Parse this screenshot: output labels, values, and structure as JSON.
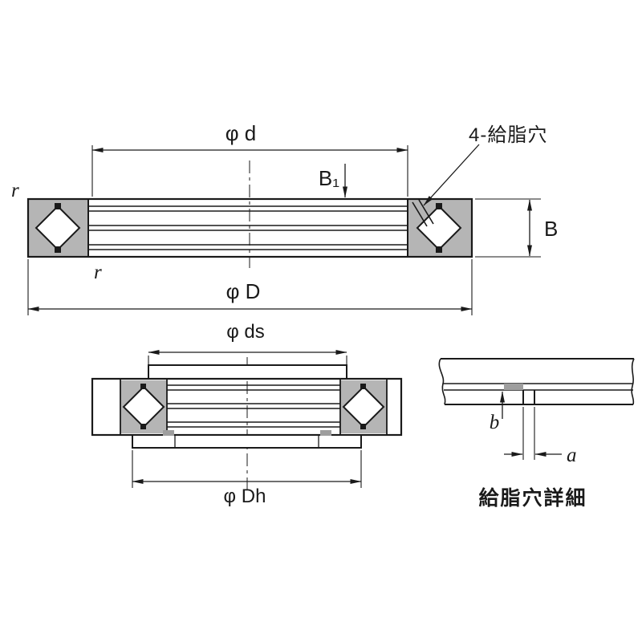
{
  "colors": {
    "line": "#1a1a1a",
    "block_fill": "#b5b5b5",
    "passage_fill": "#9e9e9e",
    "background": "#ffffff"
  },
  "top_view": {
    "phi_d_label": "φ d",
    "grease_hole_callout": "4-給脂穴",
    "b1_label": "B₁",
    "r_outer_label": "r",
    "r_inner_label": "r",
    "b_width_label": "B",
    "phi_D_label": "φ D"
  },
  "mounted_view": {
    "phi_ds_label": "φ ds",
    "phi_Dh_label": "φ Dh"
  },
  "grease_detail": {
    "b_label": "b",
    "a_label": "a",
    "caption": "給脂穴詳細"
  }
}
